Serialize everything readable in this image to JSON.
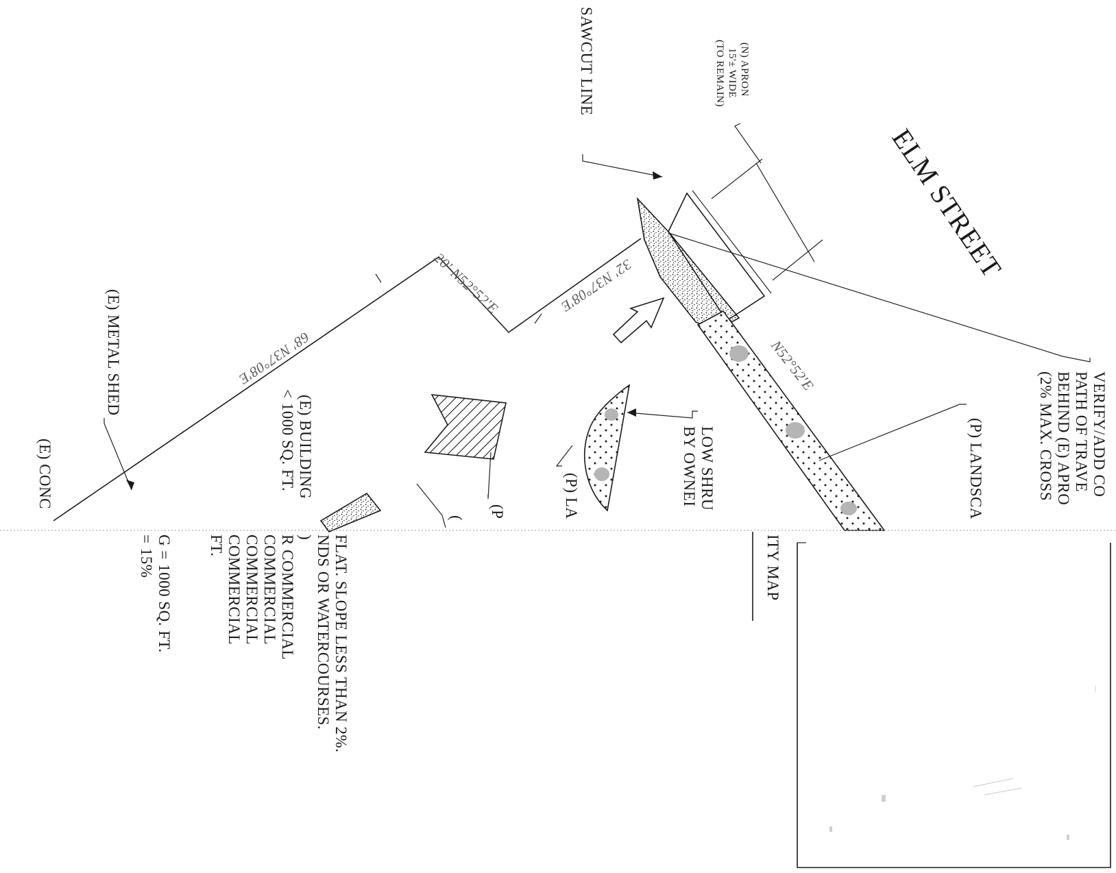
{
  "street": {
    "name": "ELM STREET"
  },
  "labels": {
    "sawcut": "SAWCUT LINE",
    "apron_line1": "(N) APRON",
    "apron_line2": "15'± WIDE",
    "apron_line3": "(TO REMAIN)",
    "verify_line1": "VERIFY/ADD CO",
    "verify_line2": "PATH OF TRAVE",
    "verify_line3": "BEHIND (E) APRO",
    "verify_line4": "(2% MAX. CROSS",
    "landscape_right": "(P) LANDSCA",
    "low_shrub_line1": "LOW SHRU",
    "low_shrub_line2": "BY OWNEI",
    "landscape_mid": "(P) LA",
    "p_hatch": "(P",
    "paren_left": "(",
    "metal_shed": "(E) METAL SHED",
    "building_line1": "(E) BUILDING",
    "building_line2": "< 1000 SQ. FT.",
    "conc": "(E) CONC",
    "vicinity_map": "ITY MAP"
  },
  "notes": [
    "FLAT. SLOPE LESS THAN 2%.",
    "NDS OR WATERCOURSES.",
    ")",
    "R COMMERCIAL",
    "COMMERCIAL",
    "COMMERCIAL",
    "COMMERCIAL",
    "FT.",
    "G = 1000 SQ. FT.",
    "= 15%"
  ],
  "bearings": {
    "b1": "32'  N37°08'E",
    "b2": "20'  N52°52'E",
    "b3": "68'  N37°08'E",
    "b4": "N52°52'E"
  },
  "colors": {
    "ink": "#1a1a1a",
    "paper": "#ffffff",
    "faint": "#5a5a5a"
  }
}
